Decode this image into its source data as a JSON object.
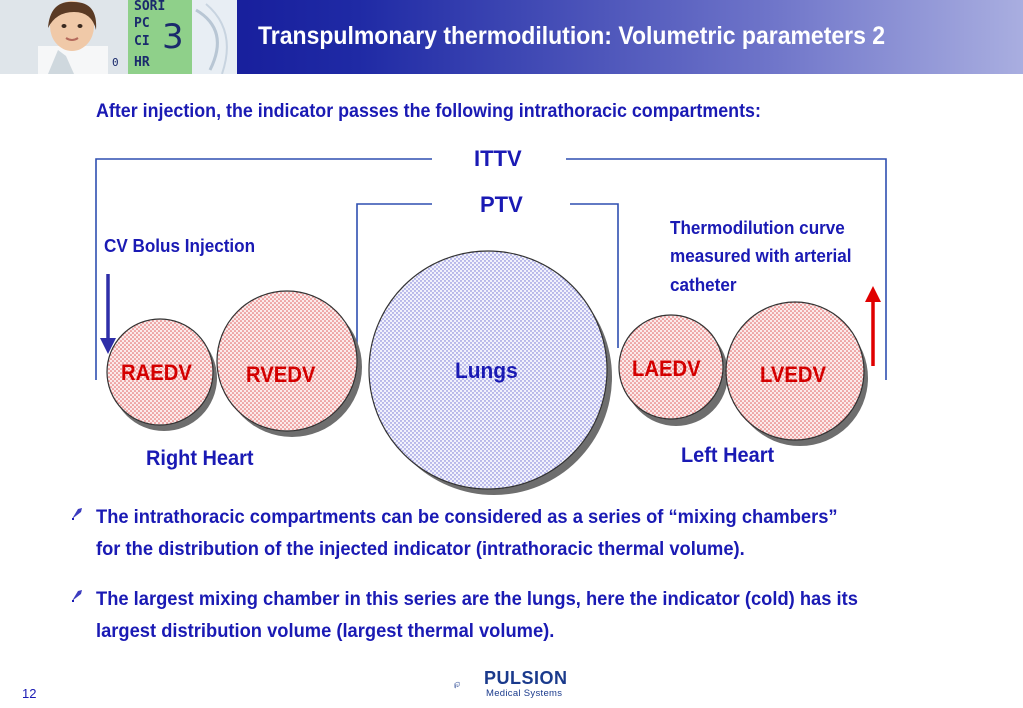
{
  "header": {
    "title": "Transpulmonary thermodilution: Volumetric parameters 2",
    "monitor_labels": [
      "SORI",
      "PC",
      "CI",
      "HR"
    ],
    "monitor_value": "3",
    "monitor_small": "0"
  },
  "intro": "After injection, the indicator passes the following intrathoracic compartments:",
  "diagram": {
    "ittv": "ITTV",
    "ptv": "PTV",
    "injection_label": "CV Bolus Injection",
    "curve_label_lines": [
      "Thermodilution curve",
      "measured with arterial",
      "catheter"
    ],
    "chambers": {
      "raedv": "RAEDV",
      "rvedv": "RVEDV",
      "lungs": "Lungs",
      "laedv": "LAEDV",
      "lvedv": "LVEDV"
    },
    "right_heart": "Right Heart",
    "left_heart": "Left Heart"
  },
  "bullets": [
    {
      "line1": "The intrathoracic compartments can be considered as a series of “mixing chambers”",
      "line2": "for the distribution of the injected indicator (intrathoracic thermal volume)."
    },
    {
      "line1": "The largest mixing chamber in this series are the lungs, here the indicator (cold) has its",
      "line2": "largest distribution volume (largest thermal volume)."
    }
  ],
  "footer": {
    "page_number": "12",
    "logo_name": "PULSION",
    "logo_sub": "Medical Systems"
  },
  "colors": {
    "text_blue": "#1a1ab4",
    "red": "#d40000",
    "header_dark": "#0a0a8c"
  }
}
